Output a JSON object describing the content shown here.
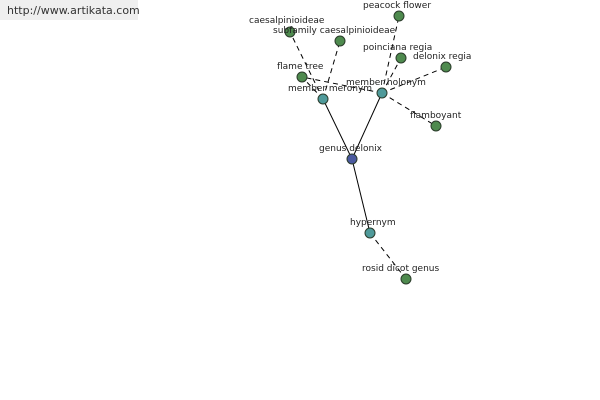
{
  "header": {
    "url": "http://www.artikata.com"
  },
  "colors": {
    "center": "#4b5aa0",
    "relation": "#4f9a9a",
    "leaf": "#4e8a4e"
  },
  "graph": {
    "nodes": [
      {
        "id": "center",
        "label": "genus delonix",
        "kind": "center"
      },
      {
        "id": "member-meronym",
        "label": "member meronym",
        "kind": "relation"
      },
      {
        "id": "member-holonym",
        "label": "member holonym",
        "kind": "relation"
      },
      {
        "id": "hypernym",
        "label": "hypernym",
        "kind": "relation"
      },
      {
        "id": "caesalpinioideae",
        "label": "caesalpinioideae",
        "kind": "leaf"
      },
      {
        "id": "subfamily-caesalpinioideae",
        "label": "subfamily caesalpinioideae",
        "kind": "leaf"
      },
      {
        "id": "flame-tree",
        "label": "flame tree",
        "kind": "leaf"
      },
      {
        "id": "peacock-flower",
        "label": "peacock flower",
        "kind": "leaf"
      },
      {
        "id": "poinciana-regia",
        "label": "poinciana regia",
        "kind": "leaf"
      },
      {
        "id": "delonix-regia",
        "label": "delonix regia",
        "kind": "leaf"
      },
      {
        "id": "flamboyant",
        "label": "flamboyant",
        "kind": "leaf"
      },
      {
        "id": "rosid-dicot-genus",
        "label": "rosid dicot genus",
        "kind": "leaf"
      }
    ],
    "edges": [
      {
        "from": "center",
        "to": "member-meronym",
        "style": "solid"
      },
      {
        "from": "center",
        "to": "member-holonym",
        "style": "solid"
      },
      {
        "from": "center",
        "to": "hypernym",
        "style": "solid"
      },
      {
        "from": "member-meronym",
        "to": "caesalpinioideae",
        "style": "dashed"
      },
      {
        "from": "member-meronym",
        "to": "subfamily-caesalpinioideae",
        "style": "dashed"
      },
      {
        "from": "member-meronym",
        "to": "flame-tree",
        "style": "dashed"
      },
      {
        "from": "member-holonym",
        "to": "flame-tree",
        "style": "dashed"
      },
      {
        "from": "member-holonym",
        "to": "peacock-flower",
        "style": "dashed"
      },
      {
        "from": "member-holonym",
        "to": "poinciana-regia",
        "style": "dashed"
      },
      {
        "from": "member-holonym",
        "to": "delonix-regia",
        "style": "dashed"
      },
      {
        "from": "member-holonym",
        "to": "flamboyant",
        "style": "dashed"
      },
      {
        "from": "hypernym",
        "to": "rosid-dicot-genus",
        "style": "dashed"
      }
    ]
  }
}
